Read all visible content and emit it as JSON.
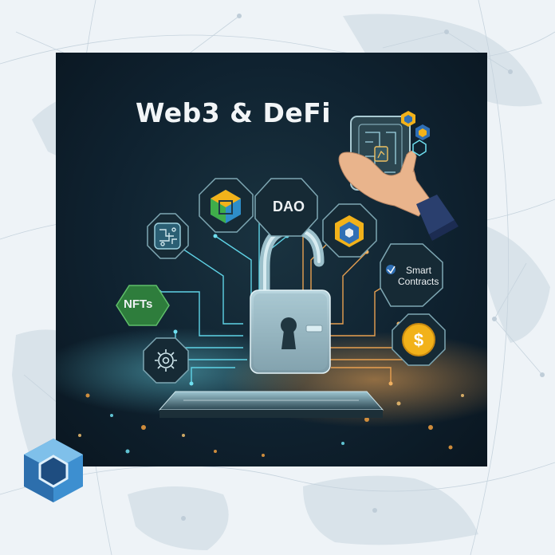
{
  "title": "Web3 & DeFi",
  "badges": {
    "dao": "DAO",
    "smart_contracts": [
      "Smart",
      "Contracts"
    ],
    "nfts": "NFTs",
    "dollar": "$"
  },
  "icons": [
    "circuit-brain-icon",
    "cube-icon",
    "hexagon-chain-icon",
    "gear-icon",
    "padlock-icon",
    "chip-card-icon",
    "hand-icon",
    "dollar-coin-icon",
    "logo-hexagon-icon"
  ],
  "colors": {
    "panel": "#0f2230",
    "accent_cyan": "#5fd3e6",
    "accent_orange": "#f0a040",
    "nft_green": "#2e7d3c",
    "coin_gold": "#f2b21a",
    "logo_blue": "#3d8fd0"
  }
}
